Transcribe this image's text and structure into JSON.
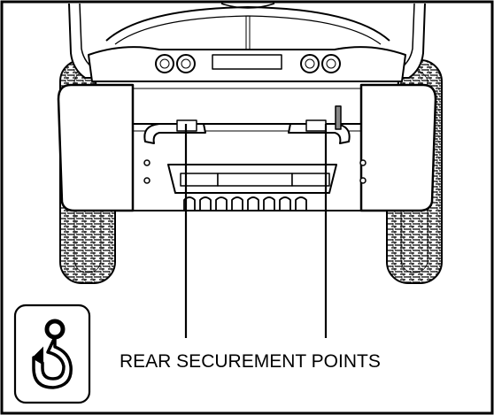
{
  "figure": {
    "caption": "REAR SECUREMENT POINTS",
    "frame_color": "#000000",
    "background_color": "#ffffff",
    "line_color": "#000000"
  },
  "hook_badge": {
    "icon": "tie-down-hook-icon"
  },
  "vehicle": {
    "view": "rear",
    "securement_points": 2
  }
}
